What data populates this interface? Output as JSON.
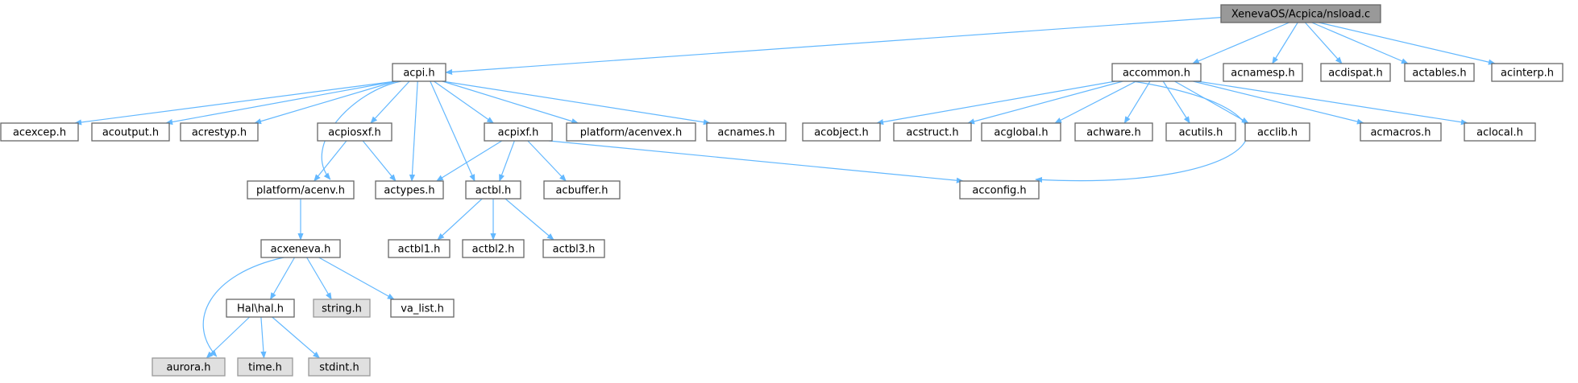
{
  "graph": {
    "title": "XenevaOS/Acpica/nsload.c",
    "colors": {
      "edge": "#63b8ff",
      "node_border": "#666666",
      "root_fill": "#999999",
      "system_fill": "#e0e0e0"
    },
    "nodes": [
      {
        "id": "root",
        "label": "XenevaOS/Acpica/nsload.c",
        "kind": "root"
      },
      {
        "id": "acpi",
        "label": "acpi.h",
        "kind": "local"
      },
      {
        "id": "accommon",
        "label": "accommon.h",
        "kind": "local"
      },
      {
        "id": "acnamesp",
        "label": "acnamesp.h",
        "kind": "local"
      },
      {
        "id": "acdispat",
        "label": "acdispat.h",
        "kind": "local"
      },
      {
        "id": "actables",
        "label": "actables.h",
        "kind": "local"
      },
      {
        "id": "acinterp",
        "label": "acinterp.h",
        "kind": "local"
      },
      {
        "id": "acexcep",
        "label": "acexcep.h",
        "kind": "local"
      },
      {
        "id": "acoutput",
        "label": "acoutput.h",
        "kind": "local"
      },
      {
        "id": "acrestyp",
        "label": "acrestyp.h",
        "kind": "local"
      },
      {
        "id": "acpiosxf",
        "label": "acpiosxf.h",
        "kind": "local"
      },
      {
        "id": "acpixf",
        "label": "acpixf.h",
        "kind": "local"
      },
      {
        "id": "acenvex",
        "label": "platform/acenvex.h",
        "kind": "local"
      },
      {
        "id": "acnames",
        "label": "acnames.h",
        "kind": "local"
      },
      {
        "id": "acobject",
        "label": "acobject.h",
        "kind": "local"
      },
      {
        "id": "acstruct",
        "label": "acstruct.h",
        "kind": "local"
      },
      {
        "id": "acglobal",
        "label": "acglobal.h",
        "kind": "local"
      },
      {
        "id": "achware",
        "label": "achware.h",
        "kind": "local"
      },
      {
        "id": "acutils",
        "label": "acutils.h",
        "kind": "local"
      },
      {
        "id": "acclib",
        "label": "acclib.h",
        "kind": "local"
      },
      {
        "id": "acmacros",
        "label": "acmacros.h",
        "kind": "local"
      },
      {
        "id": "aclocal",
        "label": "aclocal.h",
        "kind": "local"
      },
      {
        "id": "acenv",
        "label": "platform/acenv.h",
        "kind": "local"
      },
      {
        "id": "actypes",
        "label": "actypes.h",
        "kind": "local"
      },
      {
        "id": "actbl",
        "label": "actbl.h",
        "kind": "local"
      },
      {
        "id": "acbuffer",
        "label": "acbuffer.h",
        "kind": "local"
      },
      {
        "id": "acconfig",
        "label": "acconfig.h",
        "kind": "local"
      },
      {
        "id": "acxeneva",
        "label": "acxeneva.h",
        "kind": "local"
      },
      {
        "id": "actbl1",
        "label": "actbl1.h",
        "kind": "local"
      },
      {
        "id": "actbl2",
        "label": "actbl2.h",
        "kind": "local"
      },
      {
        "id": "actbl3",
        "label": "actbl3.h",
        "kind": "local"
      },
      {
        "id": "hal",
        "label": "Hal\\hal.h",
        "kind": "local"
      },
      {
        "id": "string",
        "label": "string.h",
        "kind": "system"
      },
      {
        "id": "va_list",
        "label": "va_list.h",
        "kind": "local"
      },
      {
        "id": "aurora",
        "label": "aurora.h",
        "kind": "system"
      },
      {
        "id": "time",
        "label": "time.h",
        "kind": "system"
      },
      {
        "id": "stdint",
        "label": "stdint.h",
        "kind": "system"
      }
    ],
    "edges": [
      [
        "root",
        "acpi"
      ],
      [
        "root",
        "accommon"
      ],
      [
        "root",
        "acnamesp"
      ],
      [
        "root",
        "acdispat"
      ],
      [
        "root",
        "actables"
      ],
      [
        "root",
        "acinterp"
      ],
      [
        "acpi",
        "acexcep"
      ],
      [
        "acpi",
        "acoutput"
      ],
      [
        "acpi",
        "acrestyp"
      ],
      [
        "acpi",
        "acpiosxf"
      ],
      [
        "acpi",
        "acpixf"
      ],
      [
        "acpi",
        "acenvex"
      ],
      [
        "acpi",
        "acnames"
      ],
      [
        "acpi",
        "acenv"
      ],
      [
        "acpi",
        "actypes"
      ],
      [
        "acpi",
        "actbl"
      ],
      [
        "acpiosxf",
        "acenv"
      ],
      [
        "acpiosxf",
        "actypes"
      ],
      [
        "acpixf",
        "actypes"
      ],
      [
        "acpixf",
        "actbl"
      ],
      [
        "acpixf",
        "acbuffer"
      ],
      [
        "acpixf",
        "acconfig"
      ],
      [
        "acenv",
        "acxeneva"
      ],
      [
        "actbl",
        "actbl1"
      ],
      [
        "actbl",
        "actbl2"
      ],
      [
        "actbl",
        "actbl3"
      ],
      [
        "acxeneva",
        "hal"
      ],
      [
        "acxeneva",
        "string"
      ],
      [
        "acxeneva",
        "va_list"
      ],
      [
        "acxeneva",
        "aurora"
      ],
      [
        "hal",
        "aurora"
      ],
      [
        "hal",
        "time"
      ],
      [
        "hal",
        "stdint"
      ],
      [
        "accommon",
        "acobject"
      ],
      [
        "accommon",
        "acstruct"
      ],
      [
        "accommon",
        "acglobal"
      ],
      [
        "accommon",
        "achware"
      ],
      [
        "accommon",
        "acutils"
      ],
      [
        "accommon",
        "acclib"
      ],
      [
        "accommon",
        "acmacros"
      ],
      [
        "accommon",
        "aclocal"
      ],
      [
        "accommon",
        "acconfig"
      ]
    ]
  }
}
